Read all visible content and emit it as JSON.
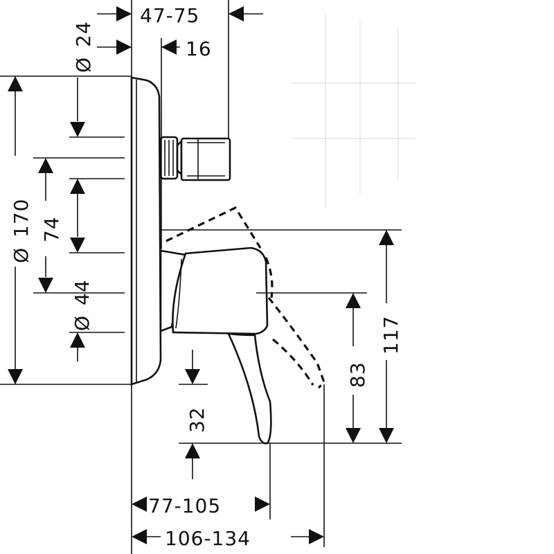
{
  "diagram": {
    "dimensions": {
      "d24": "24",
      "range_47_75": "47-75",
      "d16": "16",
      "d170": "170",
      "d74": "74",
      "d44": "44",
      "d32": "32",
      "d117": "117",
      "d83": "83",
      "range_77_105": "77-105",
      "range_106_134": "106-134"
    },
    "diameter_symbol": "Ø"
  }
}
